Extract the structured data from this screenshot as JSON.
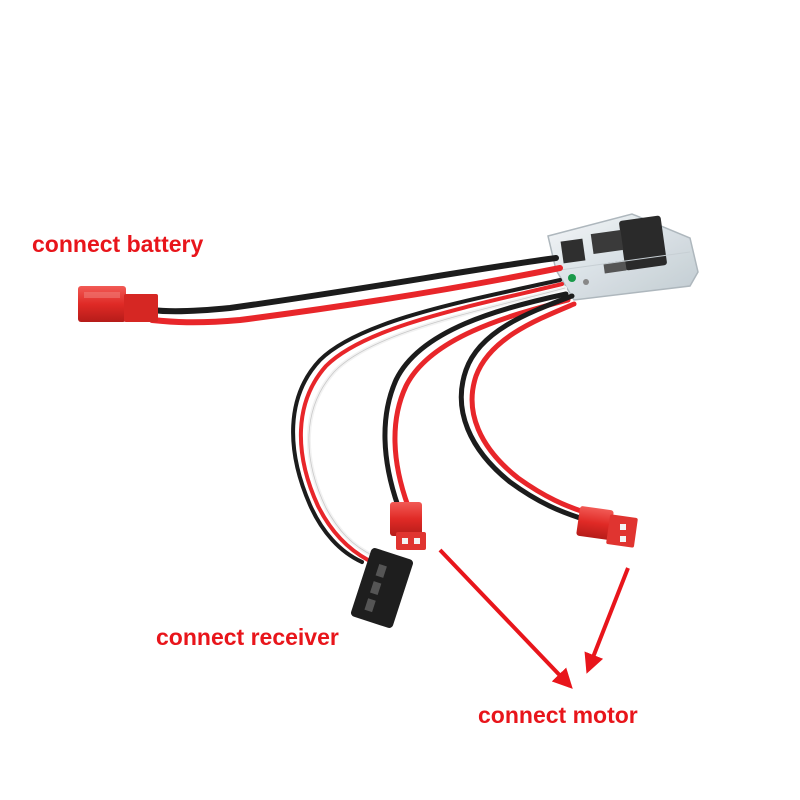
{
  "labels": {
    "battery": "connect battery",
    "receiver": "connect receiver",
    "motor": "connect motor"
  },
  "colors": {
    "annotation": "#e8151b",
    "wire_red": "#e8262a",
    "wire_black": "#1c1c1c",
    "wire_white": "#f2f2f2",
    "connector_red": "#e5332f",
    "connector_black": "#1e1e1e",
    "board_clear": "#dfe6ea"
  }
}
